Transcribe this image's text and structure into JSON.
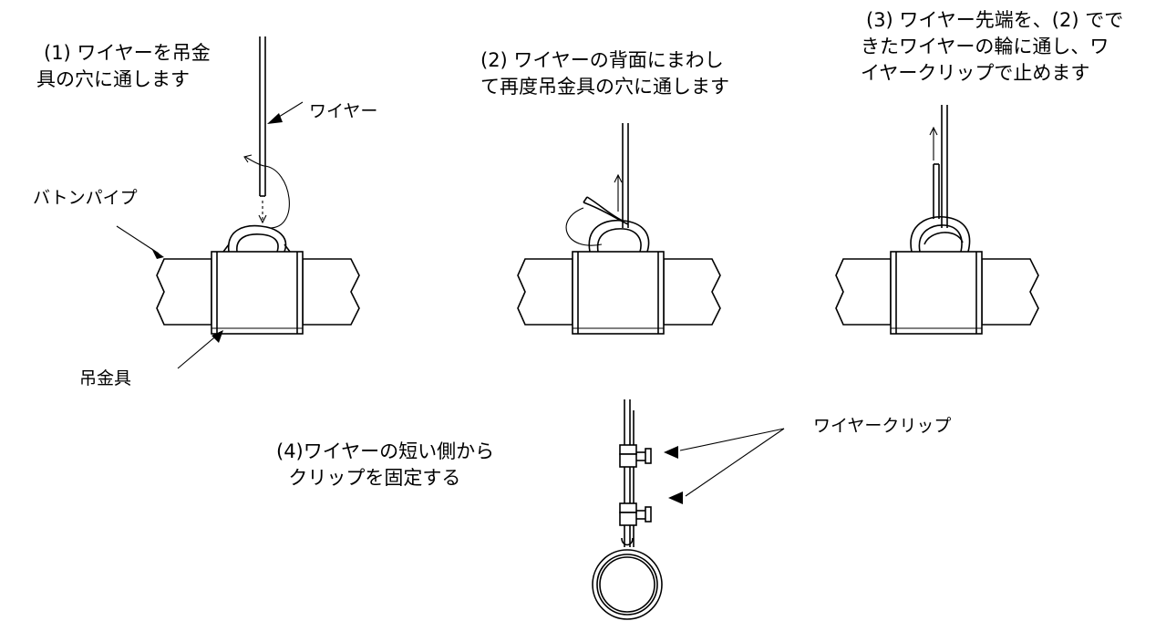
{
  "steps": {
    "s1": [
      "(1) ワイヤーを吊金",
      "具の穴に通します"
    ],
    "s2": [
      "(2) ワイヤーの背面にまわし",
      "て再度吊金具の穴に通します"
    ],
    "s3": [
      "(3) ワイヤー先端を、(2) でで",
      "きたワイヤーの輪に通し、ワ",
      "イヤークリップで止めます"
    ],
    "s4": [
      "(4)ワイヤーの短い側から",
      "  クリップを固定する"
    ]
  },
  "labels": {
    "wire": "ワイヤー",
    "baton_pipe": "バトンパイプ",
    "hanger": "吊金具",
    "wire_clip": "ワイヤークリップ"
  }
}
